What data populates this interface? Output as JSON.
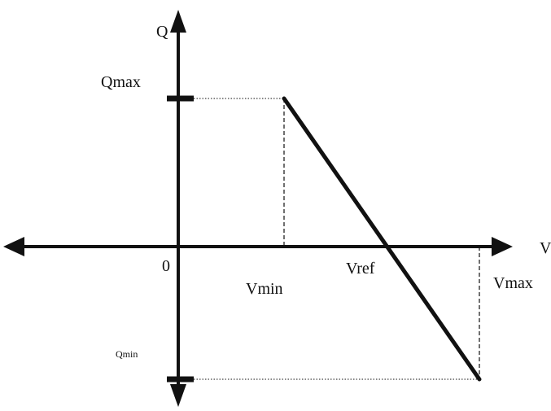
{
  "labels": {
    "q_axis": "Q",
    "v_axis": "V",
    "origin": "0",
    "qmax": "Qmax",
    "qmin": "Qmin",
    "vmin": "Vmin",
    "vref": "Vref",
    "vmax": "Vmax"
  },
  "colors": {
    "ink": "#111111",
    "background": "#ffffff"
  }
}
